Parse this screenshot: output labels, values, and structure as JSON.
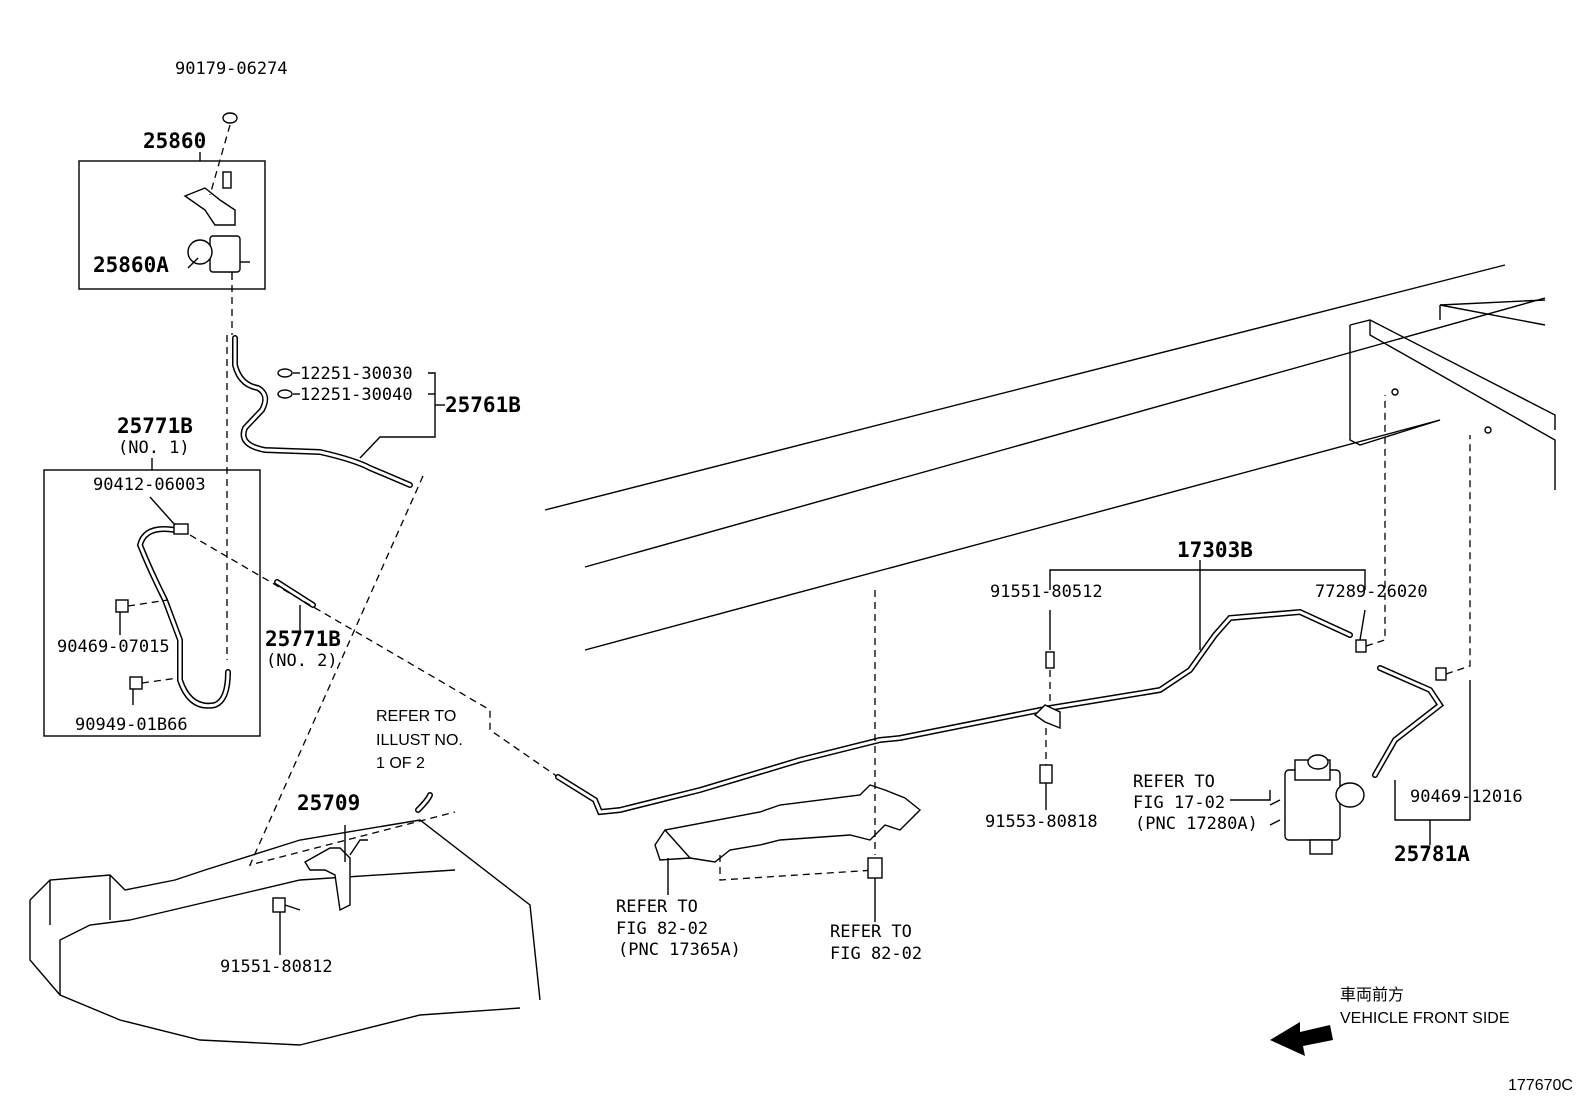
{
  "labels": {
    "p90179": "90179-06274",
    "p25860": "25860",
    "p25860A": "25860A",
    "p12251a": "12251-30030",
    "p12251b": "12251-30040",
    "p25761B": "25761B",
    "p25771B": "25771B",
    "no1": "(NO. 1)",
    "p90412": "90412-06003",
    "p90469a": "90469-07015",
    "p90949": "90949-01B66",
    "p25771B2": "25771B",
    "no2": "(NO. 2)",
    "p25709": "25709",
    "p91551b": "91551-80812",
    "p17303B": "17303B",
    "p91551a": "91551-80512",
    "p77289": "77289-26020",
    "p91553": "91553-80818",
    "p90469b": "90469-12016",
    "p25781A": "25781A"
  },
  "notes": {
    "refer_illust_1": "REFER TO",
    "refer_illust_2": "ILLUST NO.",
    "refer_illust_3": "1 OF 2",
    "refer_fig82a_1": "REFER TO",
    "refer_fig82a_2": "FIG 82-02",
    "refer_fig82a_3": "(PNC 17365A)",
    "refer_fig82b_1": "REFER TO",
    "refer_fig82b_2": "FIG 82-02",
    "refer_fig17_1": "REFER TO",
    "refer_fig17_2": "FIG 17-02",
    "refer_fig17_3": "(PNC 17280A)"
  },
  "direction": {
    "japanese": "車両前方",
    "english": "VEHICLE FRONT SIDE"
  },
  "illustration_no": "177670C"
}
